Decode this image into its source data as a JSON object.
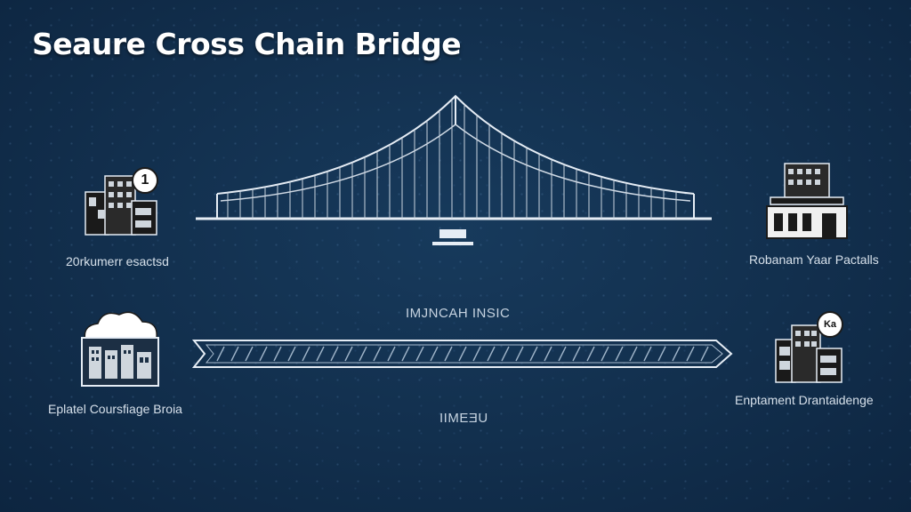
{
  "title": "Seaure Cross Chain Bridge",
  "nodes": {
    "top_left": {
      "label": "20rkumerr esactsd",
      "badge": "1"
    },
    "top_right": {
      "label": "Robanam Yaar Pactalls"
    },
    "bottom_left": {
      "label": "Eplatel Coursfiage Broia"
    },
    "bottom_right": {
      "label": "Enptament Drantaidenge",
      "badge": "Ka"
    }
  },
  "arrow": {
    "top_label": "IMJNCAH INSIC",
    "bottom_label": "IIMEƎU"
  },
  "colors": {
    "background": "#122f4d",
    "line": "#e6edf5",
    "text": "#d6e0ea"
  }
}
